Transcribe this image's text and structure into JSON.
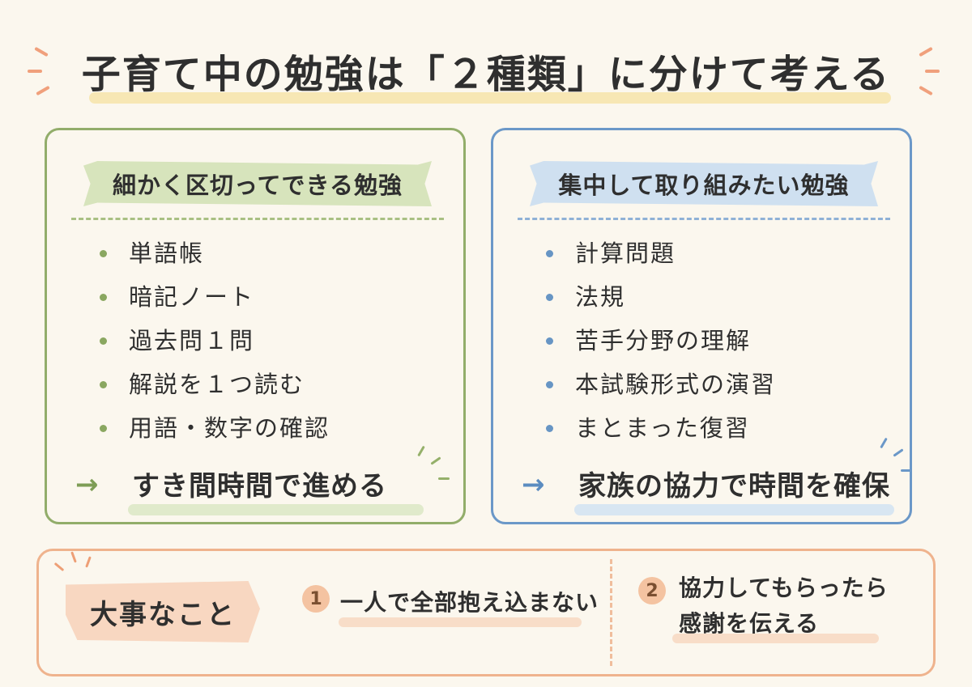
{
  "title": "子育て中の勉強は「２種類」に分けて考える",
  "colors": {
    "green": "#92ad6a",
    "blue": "#6b98c8",
    "orange": "#efb38d",
    "background": "#fbf7ee"
  },
  "left_card": {
    "heading": "細かく区切ってできる勉強",
    "items": [
      "単語帳",
      "暗記ノート",
      "過去問１問",
      "解説を１つ読む",
      "用語・数字の確認"
    ],
    "arrow": "→",
    "action": "すき間時間で進める"
  },
  "right_card": {
    "heading": "集中して取り組みたい勉強",
    "items": [
      "計算問題",
      "法規",
      "苦手分野の理解",
      "本試験形式の演習",
      "まとまった復習"
    ],
    "arrow": "→",
    "action": "家族の協力で時間を確保"
  },
  "bottom": {
    "label": "大事なこと",
    "points": [
      {
        "number": "1",
        "text": "一人で全部抱え込まない"
      },
      {
        "number": "2",
        "line1": "協力してもらったら",
        "line2": "感謝を伝える"
      }
    ]
  }
}
